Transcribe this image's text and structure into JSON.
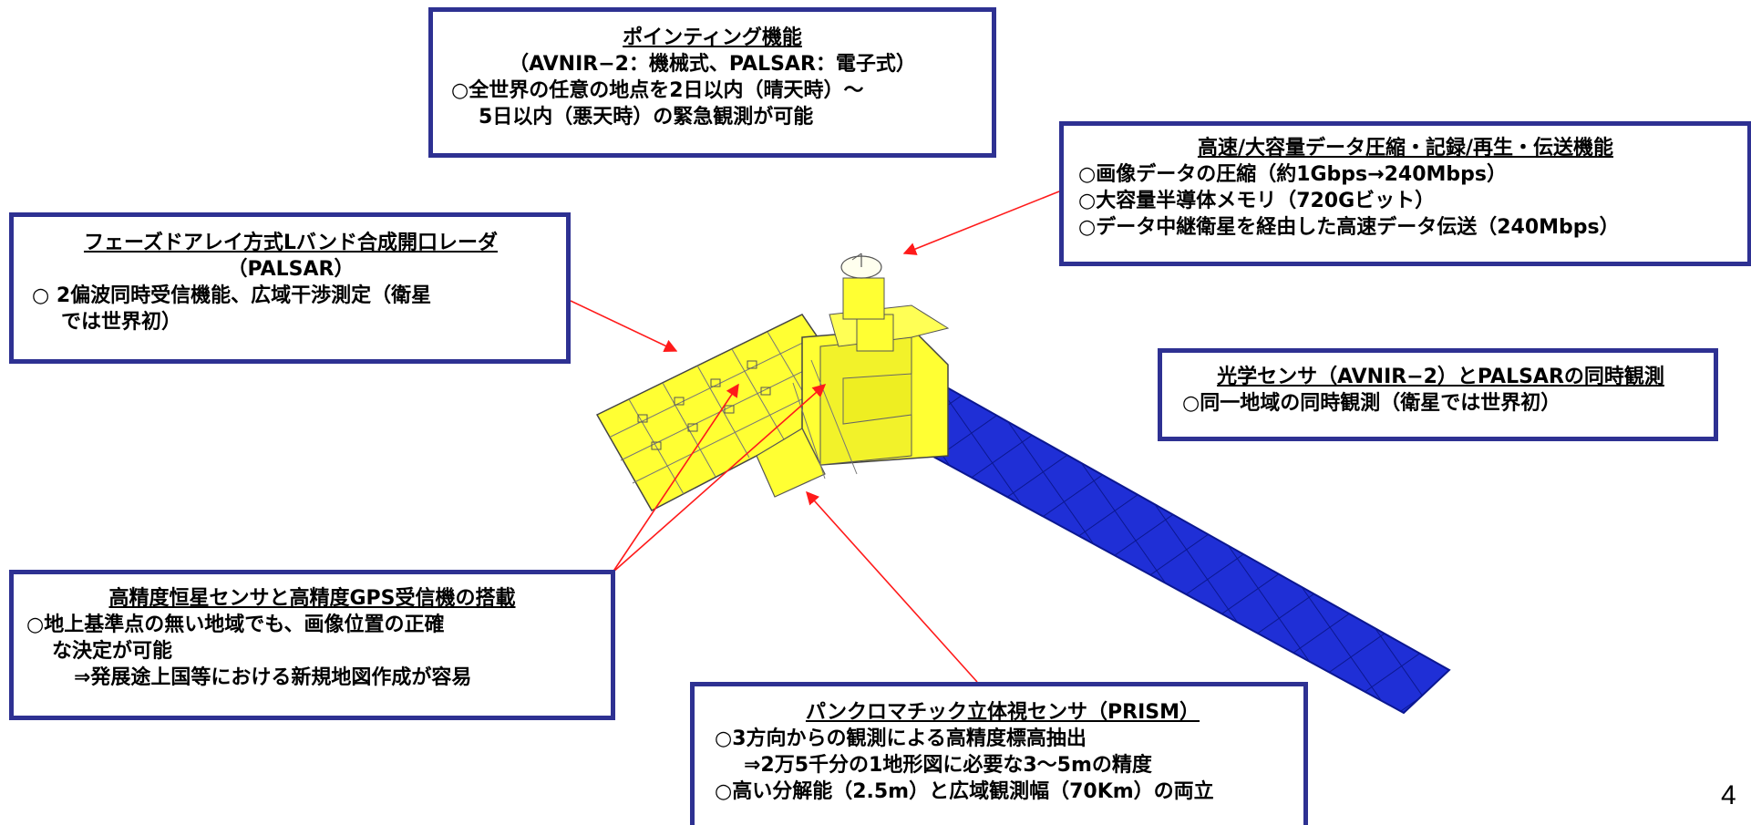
{
  "diagram": {
    "pointing": {
      "title": "ポインティング機能",
      "lines": [
        "（AVNIR−2：機械式、PALSAR：電子式）",
        "○全世界の任意の地点を2日以内（晴天時）〜",
        "5日以内（悪天時）の緊急観測が可能"
      ]
    },
    "data_handling": {
      "title": "高速/大容量データ圧縮・記録/再生・伝送機能",
      "lines": [
        "○画像データの圧縮（約1Gbps→240Mbps）",
        "○大容量半導体メモリ（720Gビット）",
        "○データ中継衛星を経由した高速データ伝送（240Mbps）"
      ]
    },
    "palsar": {
      "title": "フェーズドアレイ方式Lバンド合成開口レーダ",
      "subtitle": "（PALSAR）",
      "lines": [
        "○ 2偏波同時受信機能、広域干渉測定（衛星",
        "では世界初）"
      ]
    },
    "optical": {
      "title": "光学センサ（AVNIR−2）とPALSARの同時観測",
      "lines": [
        "○同一地域の同時観測（衛星では世界初）"
      ]
    },
    "star_sensor": {
      "title": "高精度恒星センサと高精度GPS受信機の搭載",
      "lines": [
        "○地上基準点の無い地域でも、画像位置の正確",
        "な決定が可能",
        "⇒発展途上国等における新規地図作成が容易"
      ]
    },
    "prism": {
      "title": "パンクロマチック立体視センサ（PRISM）",
      "lines": [
        "○3方向からの観測による高精度標高抽出",
        "⇒2万5千分の1地形図に必要な3〜5mの精度",
        "○高い分解能（2.5m）と広域観測幅（70Km）の両立"
      ]
    }
  },
  "page_number": "4",
  "colors": {
    "box_border": "#2e3192",
    "arrow": "#ff1a1a",
    "satellite_body": "#ffff33",
    "solar_panel": "#1f2fd6"
  }
}
